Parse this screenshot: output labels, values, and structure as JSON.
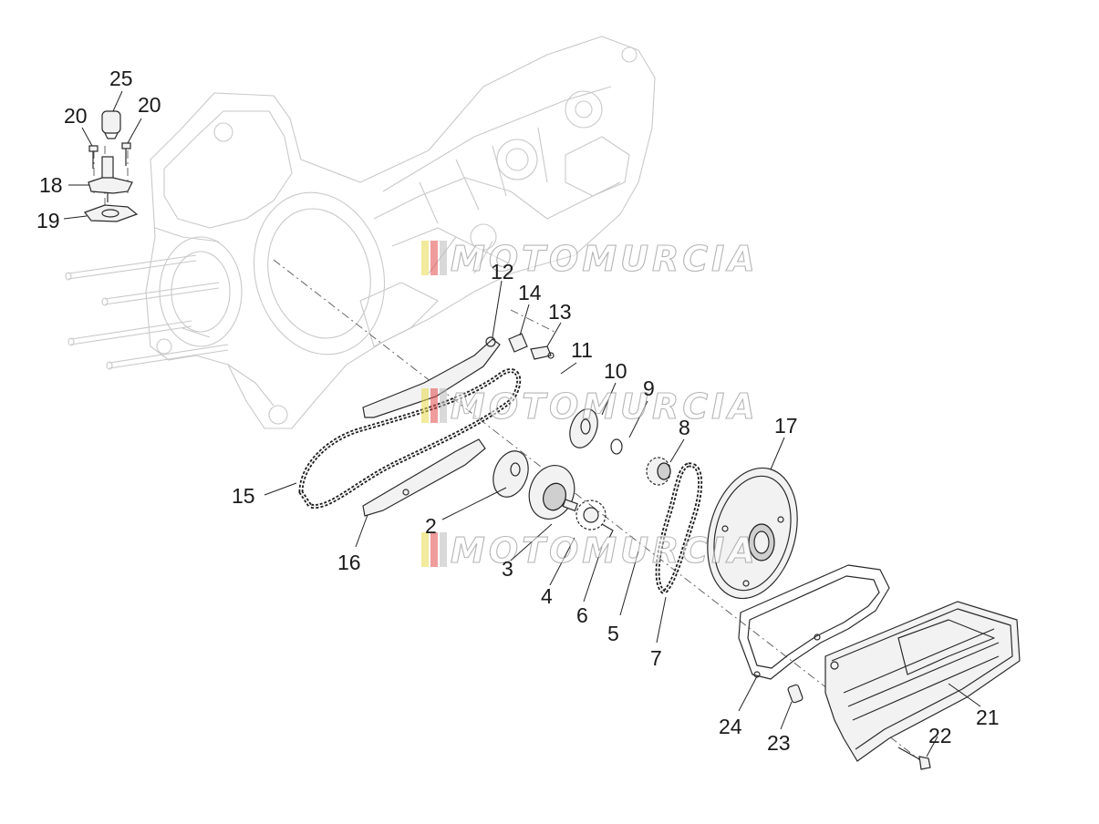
{
  "watermark": {
    "text": "MOTOMURCIA",
    "stripe_colors": [
      "#e8d84a",
      "#e24b4b",
      "#b9b9b9"
    ]
  },
  "callouts": [
    {
      "id": "c25",
      "text": "25"
    },
    {
      "id": "c20a",
      "text": "20"
    },
    {
      "id": "c20b",
      "text": "20"
    },
    {
      "id": "c18",
      "text": "18"
    },
    {
      "id": "c19",
      "text": "19"
    },
    {
      "id": "c12",
      "text": "12"
    },
    {
      "id": "c14",
      "text": "14"
    },
    {
      "id": "c13",
      "text": "13"
    },
    {
      "id": "c11",
      "text": "11"
    },
    {
      "id": "c10",
      "text": "10"
    },
    {
      "id": "c9",
      "text": "9"
    },
    {
      "id": "c8",
      "text": "8"
    },
    {
      "id": "c17",
      "text": "17"
    },
    {
      "id": "c15",
      "text": "15"
    },
    {
      "id": "c16",
      "text": "16"
    },
    {
      "id": "c2",
      "text": "2"
    },
    {
      "id": "c3",
      "text": "3"
    },
    {
      "id": "c4",
      "text": "4"
    },
    {
      "id": "c6",
      "text": "6"
    },
    {
      "id": "c5",
      "text": "5"
    },
    {
      "id": "c7",
      "text": "7"
    },
    {
      "id": "c24",
      "text": "24"
    },
    {
      "id": "c23",
      "text": "23"
    },
    {
      "id": "c22",
      "text": "22"
    },
    {
      "id": "c21",
      "text": "21"
    }
  ]
}
